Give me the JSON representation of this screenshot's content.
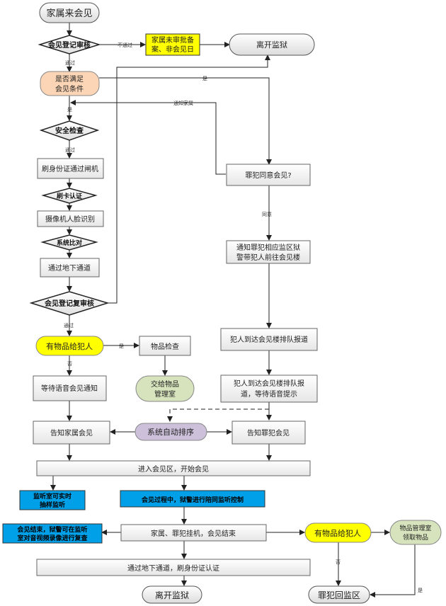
{
  "nodes": {
    "start": "家属来会见",
    "register_review": "会见登记审核",
    "not_approved_box": [
      "家属未审批备",
      "案、非会见日"
    ],
    "leave_top": "离开监狱",
    "eligible": [
      "是否满足",
      "会见条件"
    ],
    "security_check": "安全检查",
    "id_gate": "刷身份证通过闸机",
    "card_auth": "刷卡认证",
    "face_recog": "摄像机人脸识别",
    "system_compare": "系统比对",
    "tunnel": "通过地下通道",
    "recheck": "会见登记复审核",
    "has_items": "有物品给犯人",
    "item_check": "物品检查",
    "deliver_items": [
      "交给物品",
      "管理室"
    ],
    "wait_voice": "等待语音会见通知",
    "inmate_agree": "罪犯同意会见?",
    "notify_prison": [
      "通知罪犯相应监区狱",
      "警带犯人前往会见楼"
    ],
    "inmate_arrive": "犯人到达会见楼排队报道",
    "inmate_wait": [
      "犯人到达会见楼排队报",
      "道，等待语音提示"
    ],
    "auto_sort": "系统自动排序",
    "notify_family": "告知家属会见",
    "notify_inmate": "告知罪犯会见",
    "enter_area": "进入会见区，开始会见",
    "monitor_room": [
      "监听室可实时",
      "抽样监听"
    ],
    "during_meeting": "会见过程中，狱警进行陪同监听控制",
    "hang_up": "家属、罪犯挂机，会见结束",
    "after_meeting": [
      "会见结束，狱警可在监听",
      "室对音视频录像进行复查"
    ],
    "has_items2": "有物品给犯人",
    "item_room": [
      "物品管理室",
      "领取物品"
    ],
    "tunnel_exit": "通过地下通道，刷身份证认证",
    "leave_bottom": "离开监狱",
    "inmate_return": "罪犯回监区"
  },
  "edge_labels": {
    "not_pass": "不通过",
    "pass1": "通过",
    "yes1": "是",
    "notify_family": "通知家属",
    "yes2": "是",
    "pass2": "通过",
    "agree": "同意",
    "pass3": "通过",
    "yes3": "是",
    "no1": "否",
    "no2": "否",
    "yes4": "是"
  },
  "colors": {
    "yellow": "#ffff00",
    "blue": "#00a0e9",
    "peach": "#fbd5b5",
    "green": "#d6e3bc",
    "lavender": "#ccc0da",
    "gray_box": "#f2f2f2"
  }
}
